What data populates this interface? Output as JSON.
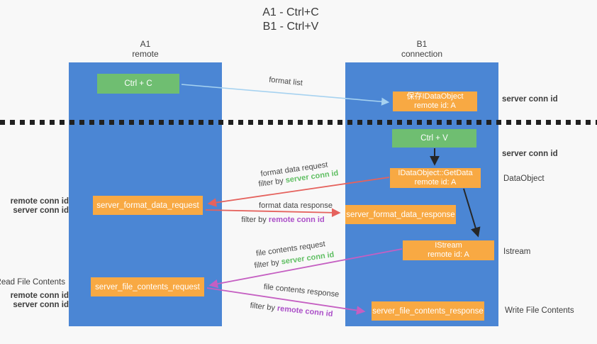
{
  "title": {
    "line1": "A1 - Ctrl+C",
    "line2": "B1 - Ctrl+V"
  },
  "lanes": {
    "left": {
      "name": "A1",
      "role": "remote"
    },
    "right": {
      "name": "B1",
      "role": "connection"
    }
  },
  "boxes": {
    "ctrl_c": {
      "label": "Ctrl + C"
    },
    "ctrl_v": {
      "label": "Ctrl + V"
    },
    "save_dataobject": {
      "line1": "保存IDataObject",
      "line2": "remote id: A"
    },
    "getdata": {
      "line1": "IDataObject::GetData",
      "line2": "remote id: A"
    },
    "istream": {
      "line1": "IStream",
      "line2": "remote id: A"
    },
    "format_request": {
      "label": "server_format_data_request"
    },
    "format_response": {
      "label": "server_format_data_response"
    },
    "file_request": {
      "label": "server_file_contents_request"
    },
    "file_response": {
      "label": "server_file_contents_response"
    }
  },
  "labels": {
    "format_list": "format list",
    "format_data_request": "format data request",
    "format_data_response": "format data response",
    "file_contents_request": "file contents request",
    "file_contents_response": "file contents response",
    "filter_by": "filter by ",
    "server_conn_id": "server conn id",
    "remote_conn_id": "remote conn id"
  },
  "side_labels": {
    "remote_conn_id": "remote conn id",
    "server_conn_id": "server conn id",
    "read_file_contents": "Read File Contents",
    "write_file_contents": "Write File Contents",
    "dataobject": "DataObject",
    "istream": "Istream"
  },
  "colors": {
    "lane_blue": "#4b86d4",
    "box_green": "#6fbe71",
    "box_orange": "#f8a943",
    "arrow_light_blue": "#a6d2f0",
    "arrow_red": "#e5625d",
    "arrow_magenta": "#c55fc2",
    "arrow_black": "#262626",
    "conn_id_green": "#60bf63",
    "conn_id_purple": "#ab4fc8",
    "text_dark": "#3d3d3d",
    "background": "#f8f8f8"
  }
}
